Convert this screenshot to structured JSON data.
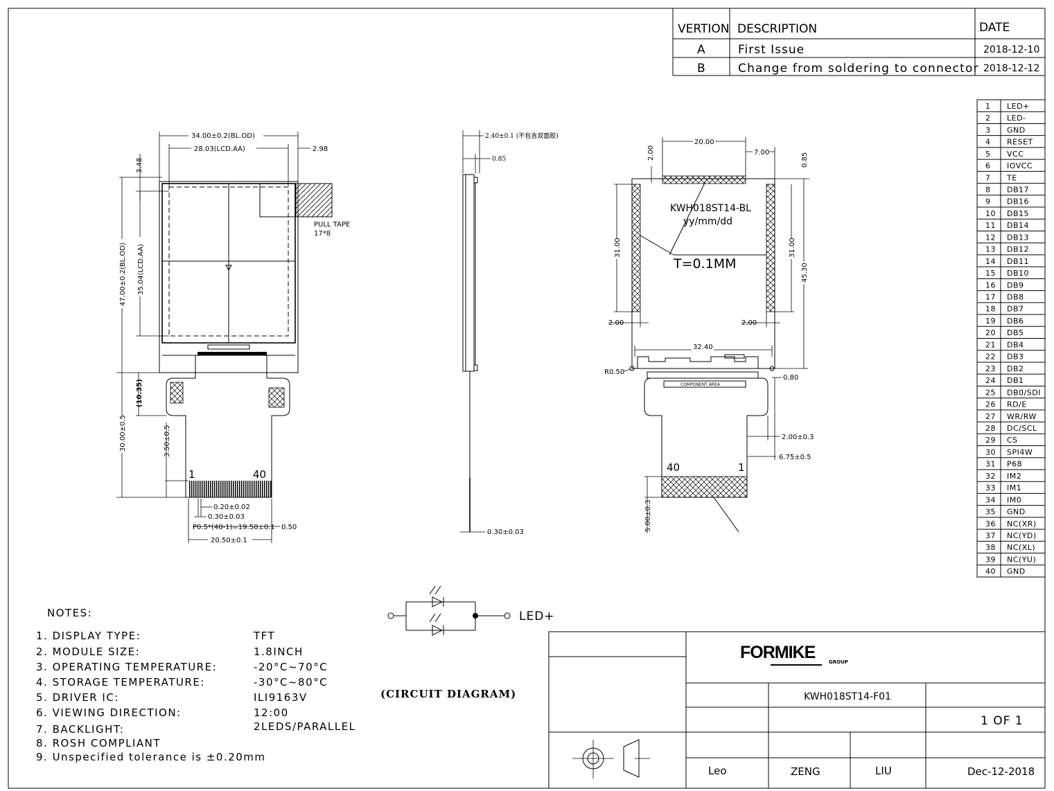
{
  "revision_table": {
    "headers": [
      "VERTION",
      "DESCRIPTION",
      "DATE"
    ],
    "rows": [
      {
        "version": "A",
        "description": "First Issue",
        "date": "2018-12-10"
      },
      {
        "version": "B",
        "description": "Change from soldering to connector",
        "date": "2018-12-12"
      }
    ]
  },
  "pin_table": [
    [
      "1",
      "LED+"
    ],
    [
      "2",
      "LED-"
    ],
    [
      "3",
      "GND"
    ],
    [
      "4",
      "RESET"
    ],
    [
      "5",
      "VCC"
    ],
    [
      "6",
      "IOVCC"
    ],
    [
      "7",
      "TE"
    ],
    [
      "8",
      "DB17"
    ],
    [
      "9",
      "DB16"
    ],
    [
      "10",
      "DB15"
    ],
    [
      "11",
      "DB14"
    ],
    [
      "12",
      "DB13"
    ],
    [
      "13",
      "DB12"
    ],
    [
      "14",
      "DB11"
    ],
    [
      "15",
      "DB10"
    ],
    [
      "16",
      "DB9"
    ],
    [
      "17",
      "DB8"
    ],
    [
      "18",
      "DB7"
    ],
    [
      "19",
      "DB6"
    ],
    [
      "20",
      "DB5"
    ],
    [
      "21",
      "DB4"
    ],
    [
      "22",
      "DB3"
    ],
    [
      "23",
      "DB2"
    ],
    [
      "24",
      "DB1"
    ],
    [
      "25",
      "DB0/SDI"
    ],
    [
      "26",
      "RD/E"
    ],
    [
      "27",
      "WR/RW"
    ],
    [
      "28",
      "DC/SCL"
    ],
    [
      "29",
      "CS"
    ],
    [
      "30",
      "SPI4W"
    ],
    [
      "31",
      "P68"
    ],
    [
      "32",
      "IM2"
    ],
    [
      "33",
      "IM1"
    ],
    [
      "34",
      "IM0"
    ],
    [
      "35",
      "GND"
    ],
    [
      "36",
      "NC(XR)"
    ],
    [
      "37",
      "NC(YD)"
    ],
    [
      "38",
      "NC(XL)"
    ],
    [
      "39",
      "NC(YU)"
    ],
    [
      "40",
      "GND"
    ]
  ],
  "front_view": {
    "dim_bl_od": "34.00±0.2(BL.OD)",
    "dim_lcd_aa": "28.03(LCD.AA)",
    "dim_2_98": "2.98",
    "dim_3_48": "3.48",
    "dim_height_bl": "47.00±0.2(BL.OD)",
    "dim_height_aa": "35.04(LCD.AA)",
    "pull_tape": "PULL TAPE",
    "pull_tape_size": "17*8",
    "dim_10_35": "(10.35)",
    "dim_fpc_len": "30.00±0.5",
    "dim_3_50": "3.50±0.5",
    "pin_first": "1",
    "pin_last": "40",
    "dim_0_20": "0.20±0.02",
    "dim_0_30": "0.30±0.03",
    "dim_pitch": "P0.5*(40-1)=19.50±0.1",
    "dim_0_50": "0.50",
    "dim_20_50": "20.50±0.1"
  },
  "side_view": {
    "dim_thickness": "2.40±0.1 (不包含双面胶)",
    "dim_0_85": "0.85",
    "dim_0_30": "0.30±0.03"
  },
  "back_view": {
    "dim_20_00": "20.00",
    "dim_7_00": "7.00",
    "dim_2_00_top": "2.00",
    "dim_0_85": "0.85",
    "label_model": "KWH018ST14-BL",
    "label_date": "yy/mm/dd",
    "label_t": "T=0.1MM",
    "dim_31_left": "31.00",
    "dim_31_right": "31.00",
    "dim_45_30": "45.30",
    "dim_2_00_left": "2.00",
    "dim_2_00_right": "2.00",
    "dim_32_40": "32.40",
    "dim_r0_50": "R0.50",
    "dim_0_80": "0.80",
    "component_area": "COMPONENT AREA",
    "dim_2_00_fpc": "2.00±0.3",
    "dim_6_75": "6.75±0.5",
    "pin_40": "40",
    "pin_1": "1",
    "dim_5_00": "5.00±0.3"
  },
  "circuit": {
    "led_label": "LED+",
    "caption": "(CIRCUIT DIAGRAM)"
  },
  "notes": {
    "title": "NOTES:",
    "items": [
      {
        "label": "1. DISPLAY TYPE:",
        "value": "TFT"
      },
      {
        "label": "2. MODULE SIZE:",
        "value": "1.8INCH"
      },
      {
        "label": "3. OPERATING TEMPERATURE:",
        "value": "-20°C~70°C"
      },
      {
        "label": "4. STORAGE TEMPERATURE:",
        "value": "-30°C~80°C"
      },
      {
        "label": "5. DRIVER IC:",
        "value": "ILI9163V"
      },
      {
        "label": "6. VIEWING DIRECTION:",
        "value": "12:00"
      },
      {
        "label": "7. BACKLIGHT:",
        "value": "2LEDS/PARALLEL"
      },
      {
        "label": "8. ROSH COMPLIANT",
        "value": ""
      },
      {
        "label": "9. Unspecified tolerance is ±0.20mm",
        "value": ""
      }
    ]
  },
  "title_block": {
    "logo": "FORMIKE",
    "logo_group": "GROUP",
    "part_number": "KWH018ST14-F01",
    "sheet": "1 OF 1",
    "drawn": "Leo",
    "checked": "ZENG",
    "approved": "LIU",
    "date": "Dec-12-2018"
  }
}
